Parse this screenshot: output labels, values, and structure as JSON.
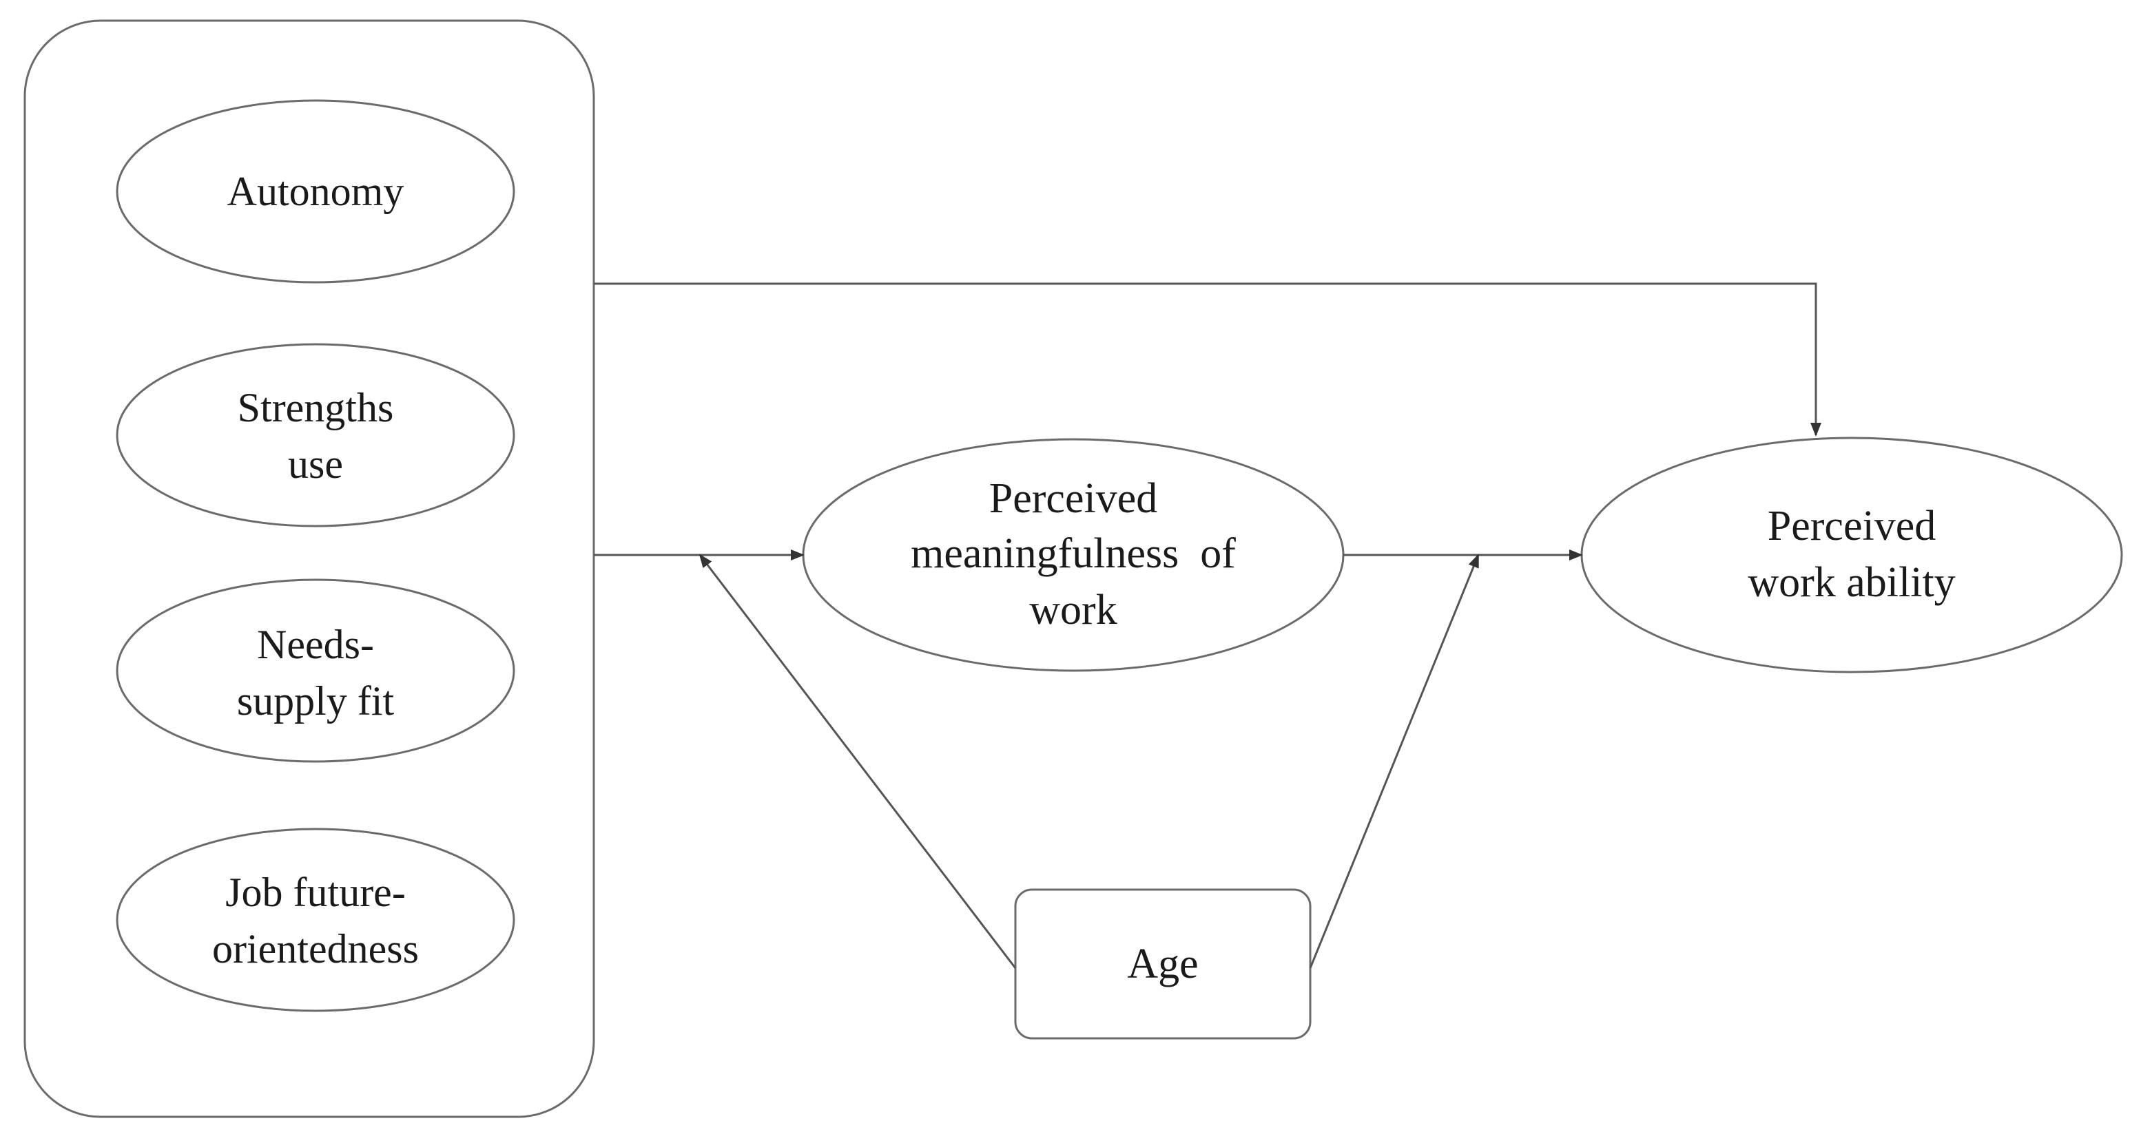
{
  "predictors": {
    "autonomy": "Autonomy",
    "strengths_use": [
      "Strengths",
      "use"
    ],
    "needs_supply_fit": [
      "Needs-",
      "supply fit"
    ],
    "job_future_orientedness": [
      "Job future-",
      "orientedness"
    ]
  },
  "mediator": [
    "Perceived",
    "meaningfulness  of",
    "work"
  ],
  "outcome": [
    "Perceived",
    "work ability"
  ],
  "moderator": "Age",
  "colors": {
    "stroke": "#6b6b6b",
    "text": "#1a1a1a",
    "background": "#ffffff"
  }
}
